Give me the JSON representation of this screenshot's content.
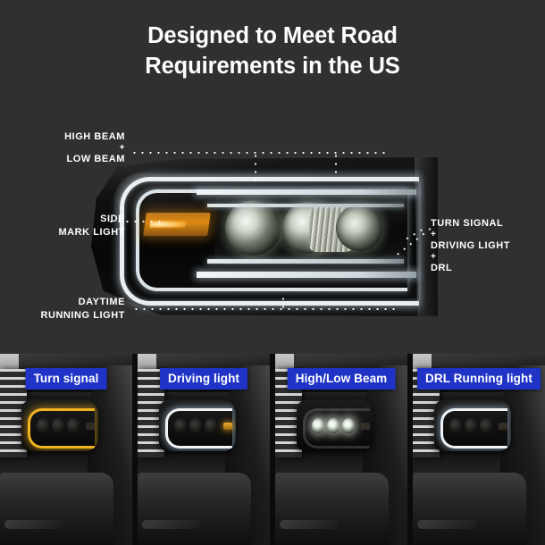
{
  "header": {
    "title_line1": "Designed to Meet Road",
    "title_line2": "Requirements in the US"
  },
  "callouts": {
    "high_low": {
      "line1": "HIGH BEAM",
      "plus": "+",
      "line2": "LOW BEAM"
    },
    "side_mark": {
      "line1": "SIDE",
      "line2": "MARK LIGHT"
    },
    "daytime": {
      "line1": "DAYTIME",
      "line2": "RUNNING LIGHT"
    },
    "turn_drl": {
      "line1": "TURN SIGNAL",
      "plus1": "+",
      "line2": "DRIVING LIGHT",
      "plus2": "+",
      "line3": "DRL"
    }
  },
  "panels": [
    {
      "label": "Turn signal"
    },
    {
      "label": "Driving light"
    },
    {
      "label": "High/Low Beam"
    },
    {
      "label": "DRL Running light"
    }
  ],
  "colors": {
    "background": "#303030",
    "badge_blue": "#1f33c6",
    "amber": "#e08a12",
    "led_white": "#e9eef0",
    "text": "#ffffff"
  }
}
